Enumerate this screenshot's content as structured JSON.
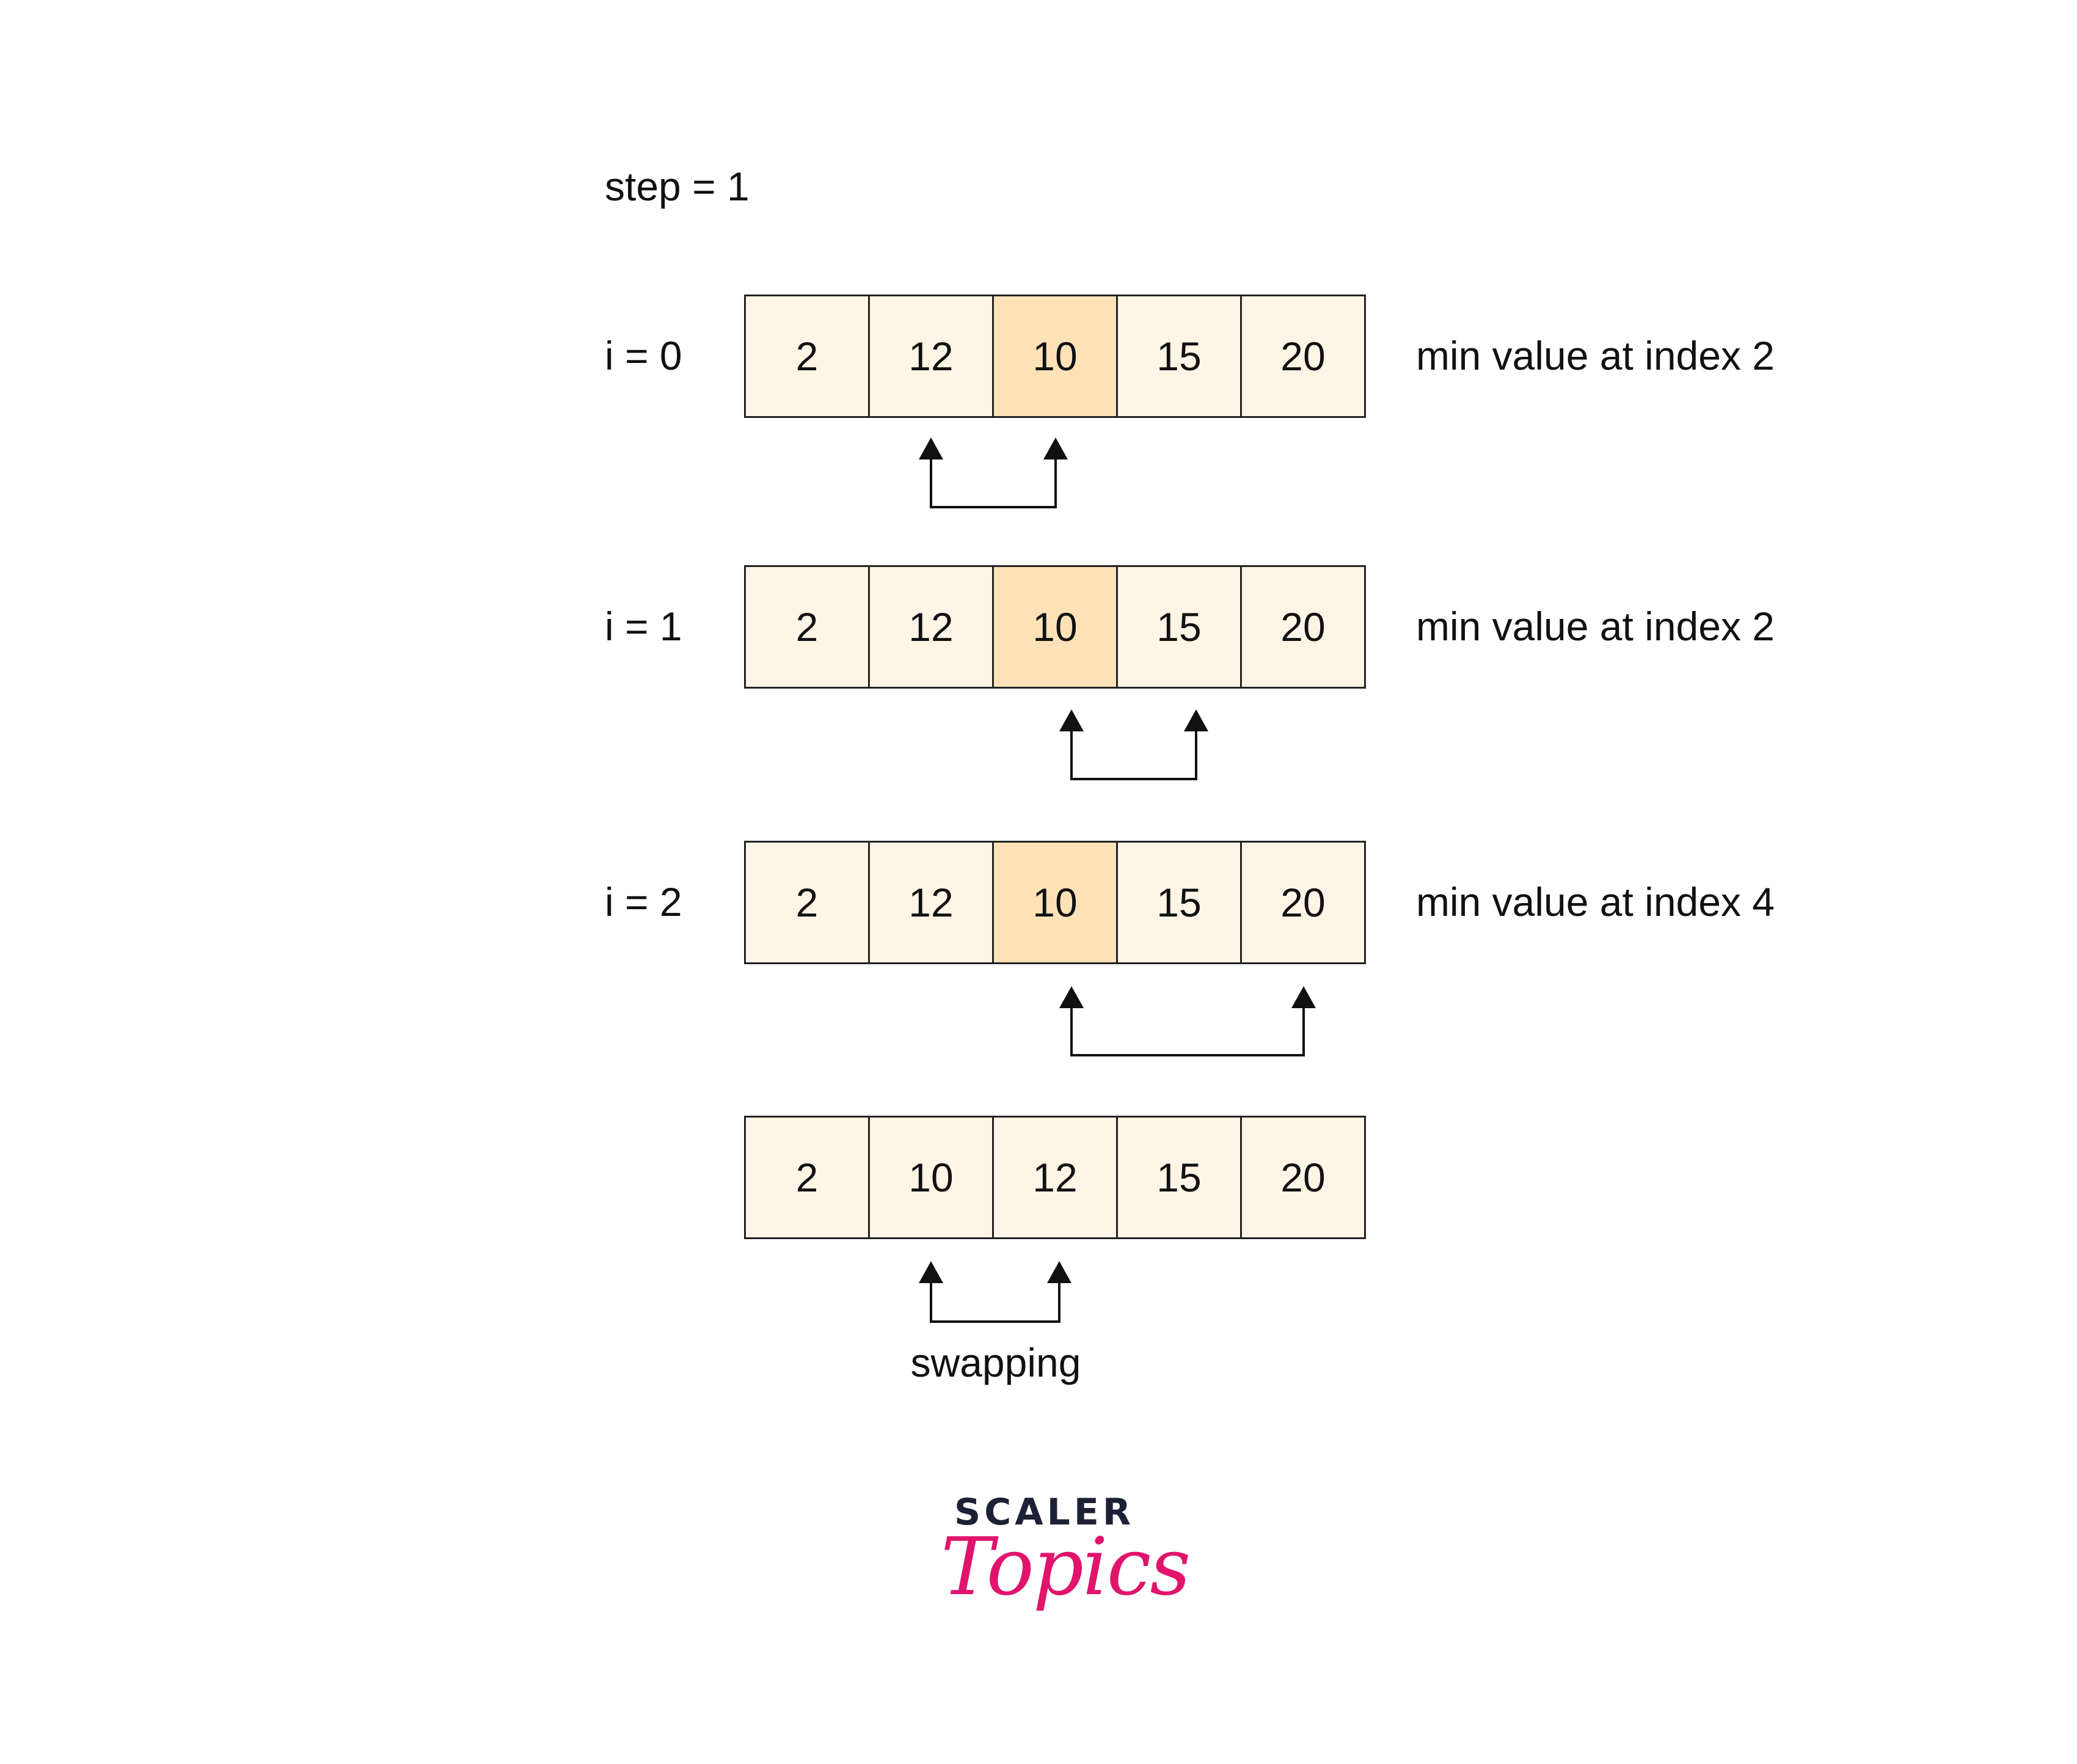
{
  "step_label": "step = 1",
  "rows": [
    {
      "label": "i = 0",
      "cells": [
        "2",
        "12",
        "10",
        "15",
        "20"
      ],
      "highlight_index": 2,
      "note": "min value at index 2"
    },
    {
      "label": "i = 1",
      "cells": [
        "2",
        "12",
        "10",
        "15",
        "20"
      ],
      "highlight_index": 2,
      "note": "min value at index 2"
    },
    {
      "label": "i = 2",
      "cells": [
        "2",
        "12",
        "10",
        "15",
        "20"
      ],
      "highlight_index": 2,
      "note": "min value at index 4"
    },
    {
      "label": "",
      "cells": [
        "2",
        "10",
        "12",
        "15",
        "20"
      ],
      "highlight_index": -1,
      "note": ""
    }
  ],
  "swap_caption": "swapping",
  "logo": {
    "top_text": "SCALER",
    "bottom_text": "Topics"
  },
  "colors": {
    "cell_fill": "#fff5e6",
    "highlight_fill": "#fde2b8",
    "border": "#222222",
    "logo_dark": "#1c2135",
    "logo_pink": "#e0146c"
  }
}
